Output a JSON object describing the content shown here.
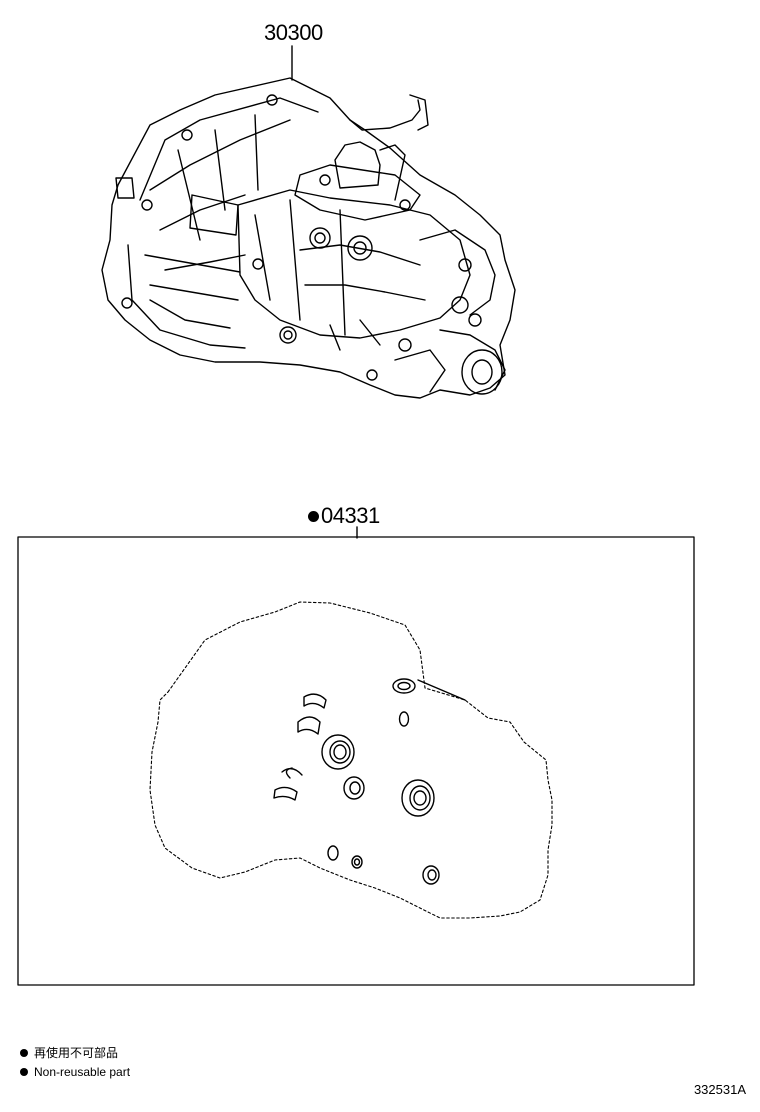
{
  "callouts": {
    "transmission": "30300",
    "gasket_kit": "04331"
  },
  "legend": {
    "japanese": "再使用不可部品",
    "english": "Non-reusable part"
  },
  "reference_code": "332531A"
}
